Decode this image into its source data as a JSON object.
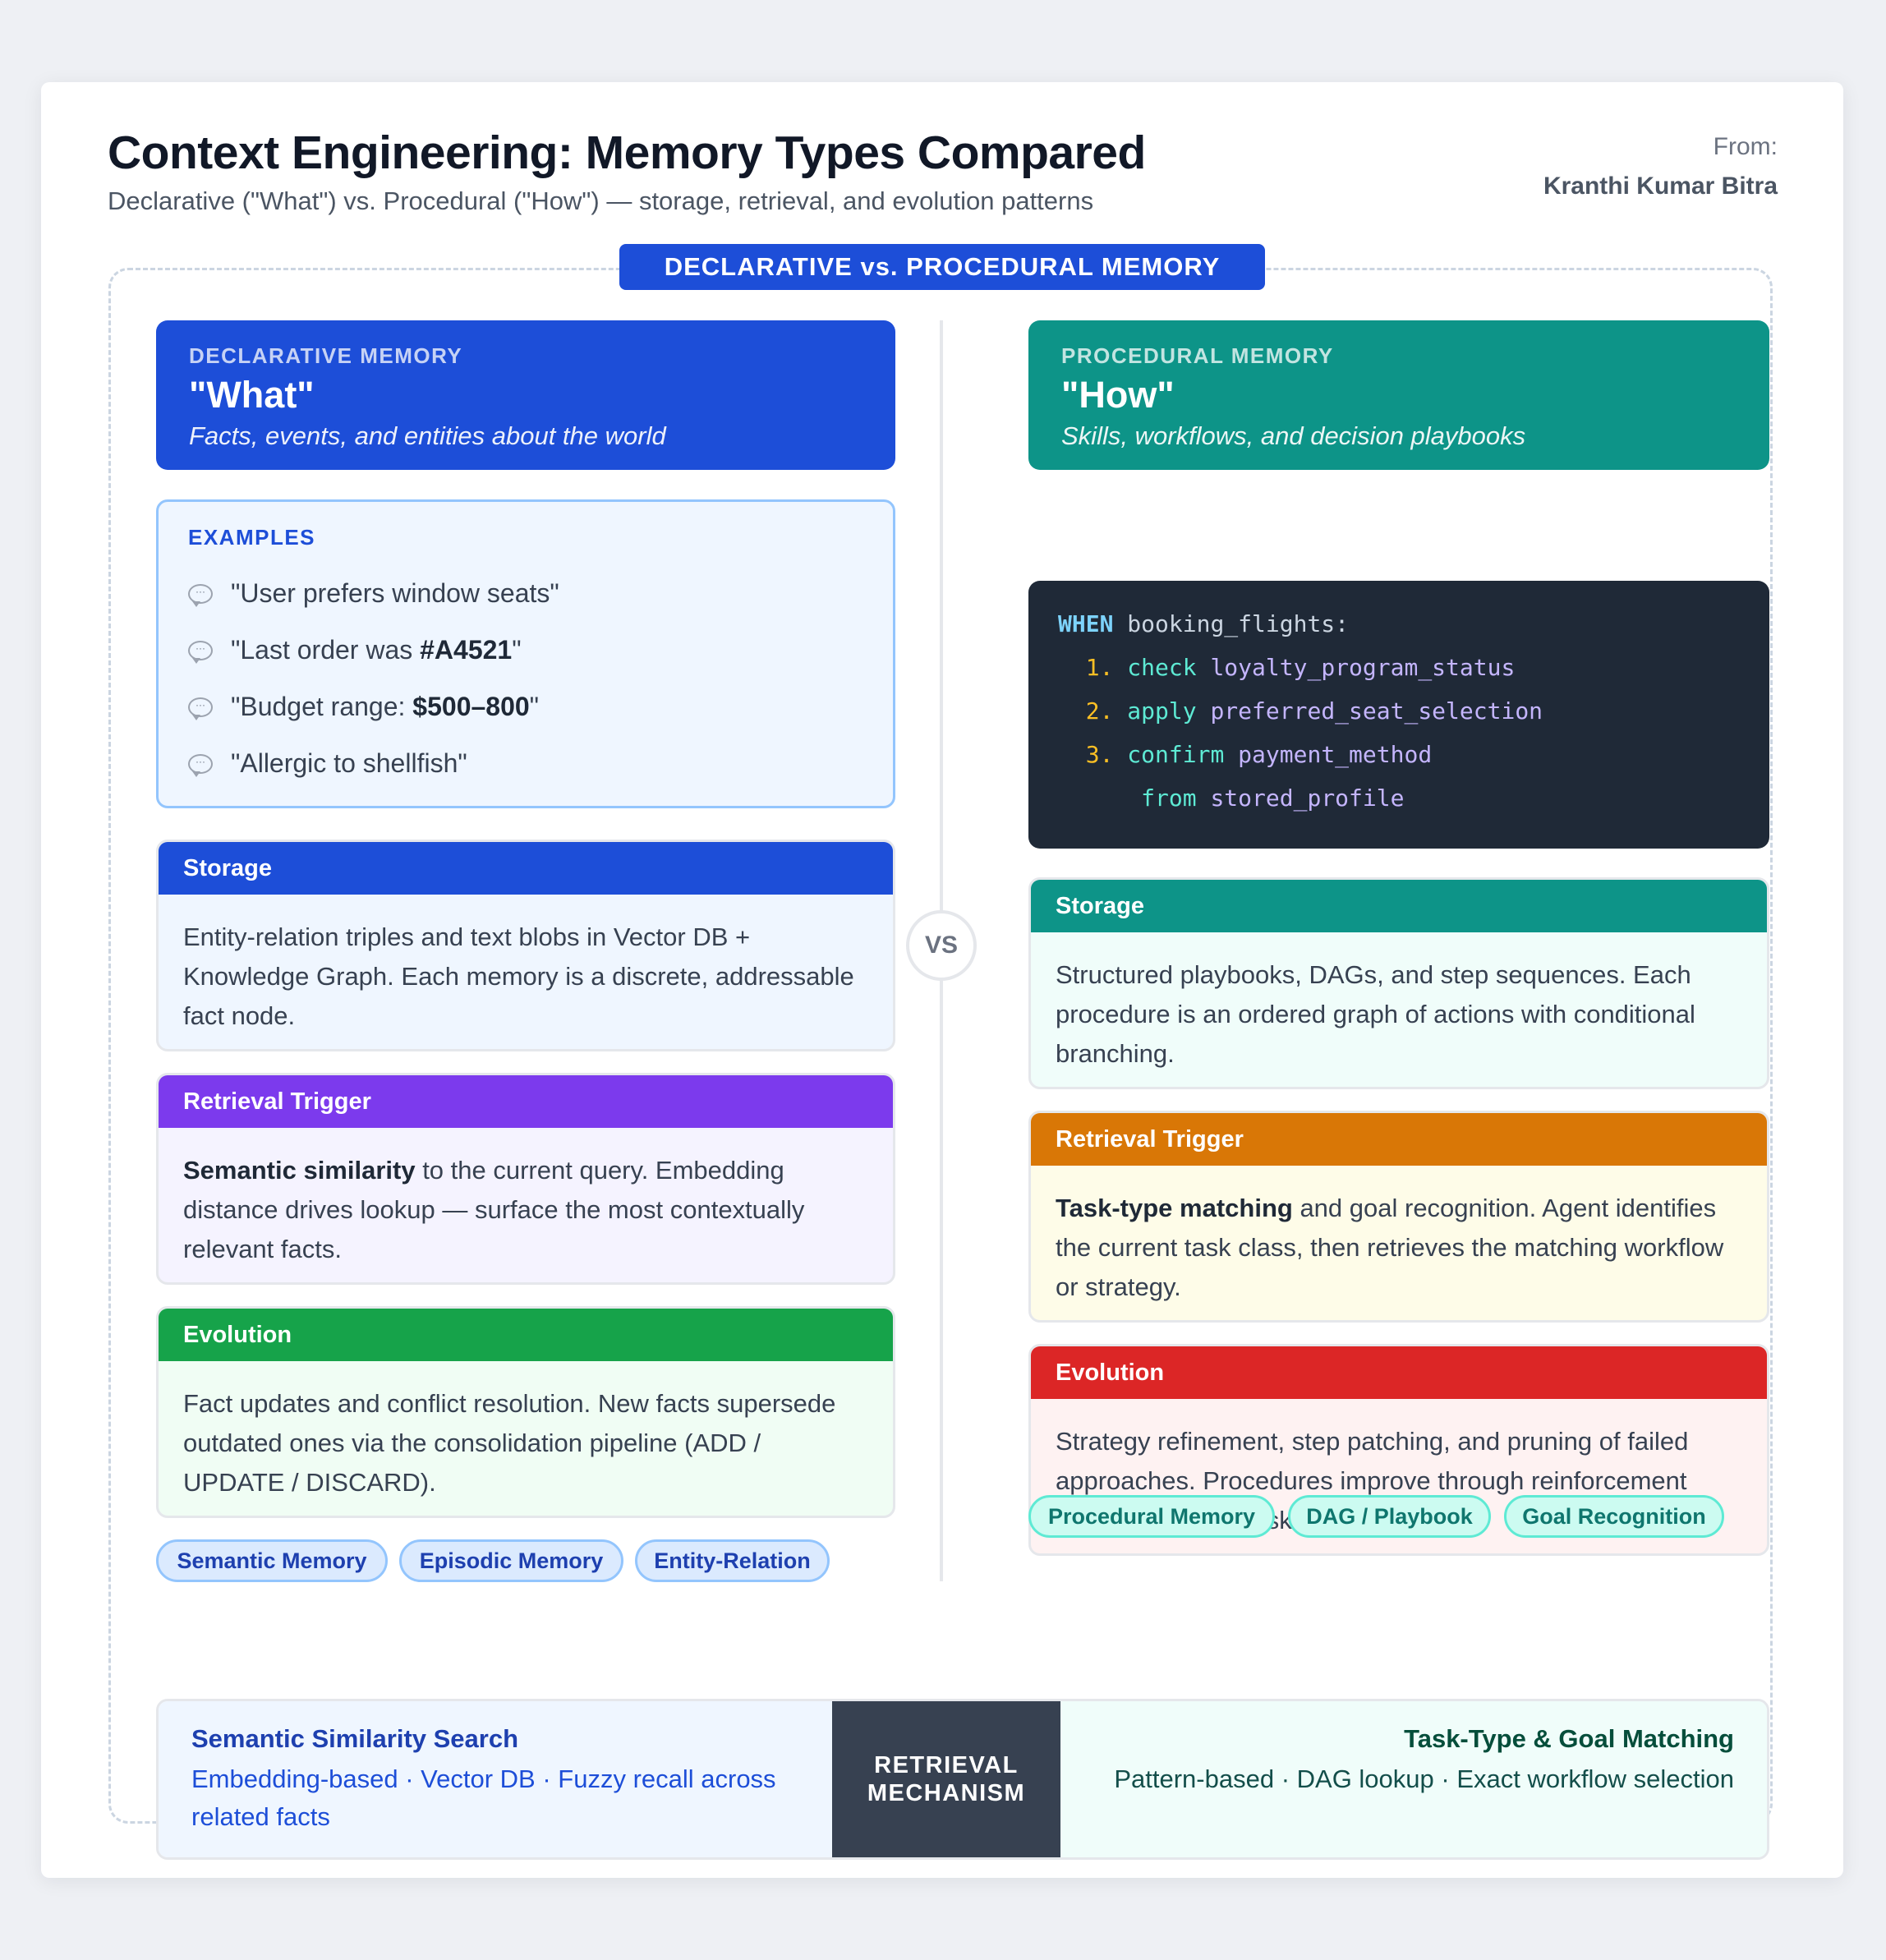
{
  "header": {
    "title": "Context Engineering: Memory Types Compared",
    "subtitle": "Declarative (\"What\") vs. Procedural (\"How\") — storage, retrieval, and evolution patterns",
    "from_label": "From:",
    "author": "Kranthi Kumar Bitra"
  },
  "banner": "DECLARATIVE vs. PROCEDURAL MEMORY",
  "vs": "VS",
  "declarative": {
    "label": "DECLARATIVE MEMORY",
    "title": "\"What\"",
    "desc": "Facts, events, and entities about the world",
    "examples_title": "EXAMPLES",
    "examples": [
      {
        "pre": "\"User prefers window seats\"",
        "bold": "",
        "post": ""
      },
      {
        "pre": "\"Last order was ",
        "bold": "#A4521",
        "post": "\""
      },
      {
        "pre": "\"Budget range: ",
        "bold": "$500–800",
        "post": "\""
      },
      {
        "pre": "\"Allergic to shellfish\"",
        "bold": "",
        "post": ""
      }
    ],
    "storage": {
      "title": "Storage",
      "bold": "",
      "text": "Entity-relation triples and text blobs in Vector DB + Knowledge Graph. Each memory is a discrete, addressable fact node."
    },
    "retrieval": {
      "title": "Retrieval Trigger",
      "bold": "Semantic similarity",
      "text": " to the current query. Embedding distance drives lookup — surface the most contextually relevant facts."
    },
    "evolution": {
      "title": "Evolution",
      "bold": "",
      "text": "Fact updates and conflict resolution. New facts supersede outdated ones via the consolidation pipeline (ADD / UPDATE / DISCARD)."
    },
    "tags": [
      "Semantic Memory",
      "Episodic Memory",
      "Entity-Relation"
    ]
  },
  "procedural": {
    "label": "PROCEDURAL MEMORY",
    "title": "\"How\"",
    "desc": "Skills, workflows, and decision playbooks",
    "code": {
      "when": "WHEN",
      "when_target": " booking_flights:",
      "steps": [
        {
          "num": "1.",
          "verb": "check",
          "arg": "loyalty_program_status"
        },
        {
          "num": "2.",
          "verb": "apply",
          "arg": "preferred_seat_selection"
        },
        {
          "num": "3.",
          "verb": "confirm",
          "arg": "payment_method"
        }
      ],
      "cont_verb": "from",
      "cont_arg": "stored_profile"
    },
    "storage": {
      "title": "Storage",
      "bold": "",
      "text": "Structured playbooks, DAGs, and step sequences. Each procedure is an ordered graph of actions with conditional branching."
    },
    "retrieval": {
      "title": "Retrieval Trigger",
      "bold": "Task-type matching",
      "text": " and goal recognition. Agent identifies the current task class, then retrieves the matching workflow or strategy."
    },
    "evolution": {
      "title": "Evolution",
      "bold": "",
      "text": "Strategy refinement, step patching, and pruning of failed approaches. Procedures improve through reinforcement across repeated task executions."
    },
    "tags": [
      "Procedural Memory",
      "DAG / Playbook",
      "Goal Recognition"
    ]
  },
  "retrieval_strip": {
    "left_title": "Semantic Similarity Search",
    "left_desc": "Embedding-based · Vector DB · Fuzzy recall across related facts",
    "mid_line1": "RETRIEVAL",
    "mid_line2": "MECHANISM",
    "right_title": "Task-Type & Goal Matching",
    "right_desc": "Pattern-based · DAG lookup · Exact workflow selection"
  },
  "colors": {
    "declarative": "#1d4ed8",
    "procedural": "#0d9488",
    "retrieval_left": "#7c3aed",
    "evolution_left": "#16a34a",
    "retrieval_right": "#d97706",
    "evolution_right": "#dc2626",
    "code_bg": "#1f2937"
  }
}
